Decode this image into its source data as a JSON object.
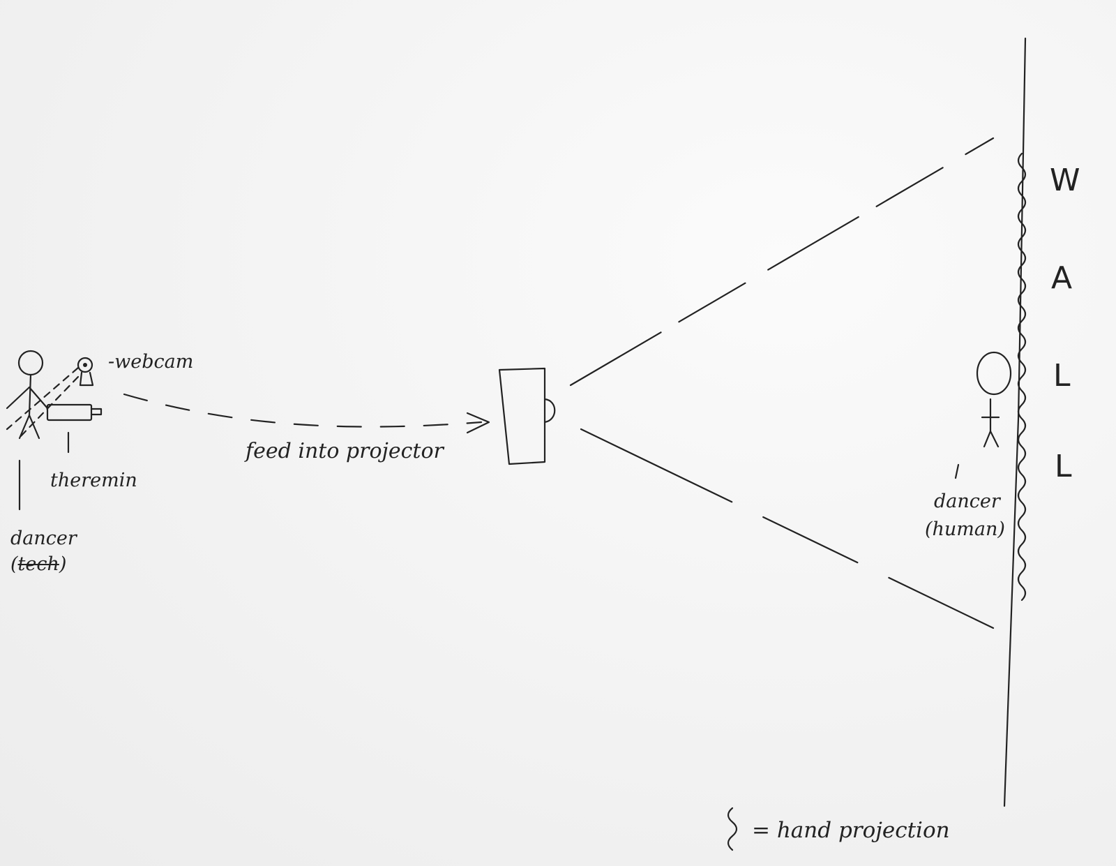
{
  "labels": {
    "webcam": "-webcam",
    "theremin": "theremin",
    "dancer_tech_line1": "dancer",
    "dancer_tech_open": "(",
    "dancer_tech_word": "tech",
    "dancer_tech_close": ")",
    "feed": "feed into projector",
    "dancer_human_line1": "dancer",
    "dancer_human_line2": "(human)",
    "legend": "= hand projection"
  },
  "wall_letters": [
    "W",
    "A",
    "L",
    "L"
  ],
  "colors": {
    "ink": "#222222",
    "paper": "#f3f3f3"
  }
}
